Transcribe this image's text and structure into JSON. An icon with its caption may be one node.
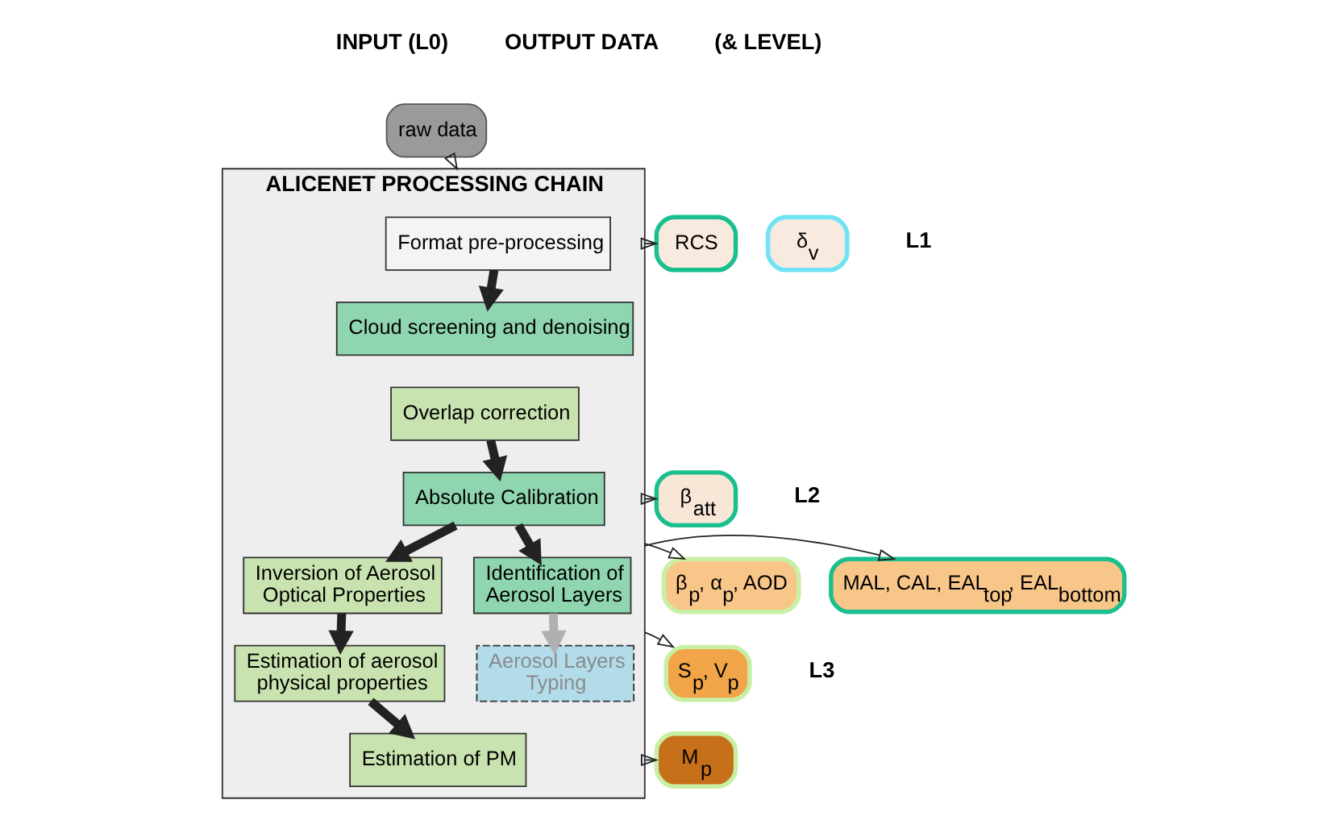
{
  "diagram": {
    "nodes": [
      {
        "text": [
          "raw data"
        ]
      },
      {
        "text": [
          "ALICENET PROCESSING CHAIN"
        ]
      },
      {
        "text": [
          "Format pre-processing"
        ],
        "in": 1
      },
      {
        "text": [
          "Cloud screening and denoising"
        ],
        "in": 1
      },
      {
        "text": [
          "Overlap correction"
        ],
        "in": 1
      },
      {
        "text": [
          "Absolute Calibration"
        ],
        "in": 1
      },
      {
        "text": [
          "Inversion of Aerosol Optical Properties"
        ],
        "in": 1
      },
      {
        "text": [
          "Identification of Aerosol Layers"
        ],
        "in": 1
      },
      {
        "text": [
          "Estimation of aerosol physical properties"
        ],
        "in": 1
      },
      {
        "text": [
          "Aerosol Layers Typing"
        ],
        "in": 1
      },
      {
        "text": [
          "Estimation of PM"
        ],
        "in": 1
      },
      {
        "text": [
          "RCS"
        ]
      },
      {
        "text": [
          "δ$_{v}$"
        ]
      },
      {
        "text": [
          "β$_{att}$"
        ]
      },
      {
        "text": [
          "β$_{p}$, α$_{p}$, AOD"
        ]
      },
      {
        "text": [
          "MAL, CAL, EAL$_{top}$, EAL$_{bottom}$"
        ]
      },
      {
        "text": [
          "S$_{p}$, V$_{p}$"
        ]
      },
      {
        "text": [
          "M$_{p}$"
        ]
      }
    ],
    "edges": [
      {
        "from": 0,
        "to": 1,
        "arrow": "to"
      },
      {
        "from": 2,
        "to": 3,
        "arrow": "to",
        "style": "thick"
      },
      {
        "from": 4,
        "to": 5,
        "arrow": "to",
        "style": "thick"
      },
      {
        "from": 5,
        "to": 6,
        "arrow": "to",
        "style": "thick"
      },
      {
        "from": 5,
        "to": 7,
        "arrow": "to",
        "style": "thick"
      },
      {
        "from": 6,
        "to": 8,
        "arrow": "to",
        "style": "thick"
      },
      {
        "from": 7,
        "to": 9,
        "arrow": "to",
        "style": "thick",
        "color": "#b0b0b0"
      },
      {
        "from": 8,
        "to": 10,
        "arrow": "to",
        "style": "thick"
      },
      {
        "from": 1,
        "to": 11,
        "arrow": "to"
      },
      {
        "from": 1,
        "to": 13,
        "arrow": "to"
      },
      {
        "from": 1,
        "to": 14,
        "arrow": "to"
      },
      {
        "from": 1,
        "to": 15,
        "arrow": "to"
      },
      {
        "from": 1,
        "to": 16,
        "arrow": "to"
      },
      {
        "from": 1,
        "to": 17,
        "arrow": "to"
      }
    ],
    "labels": [
      "INPUT (L0)",
      "OUTPUT DATA",
      "(& LEVEL)",
      "L1",
      "L2",
      "L3"
    ]
  }
}
